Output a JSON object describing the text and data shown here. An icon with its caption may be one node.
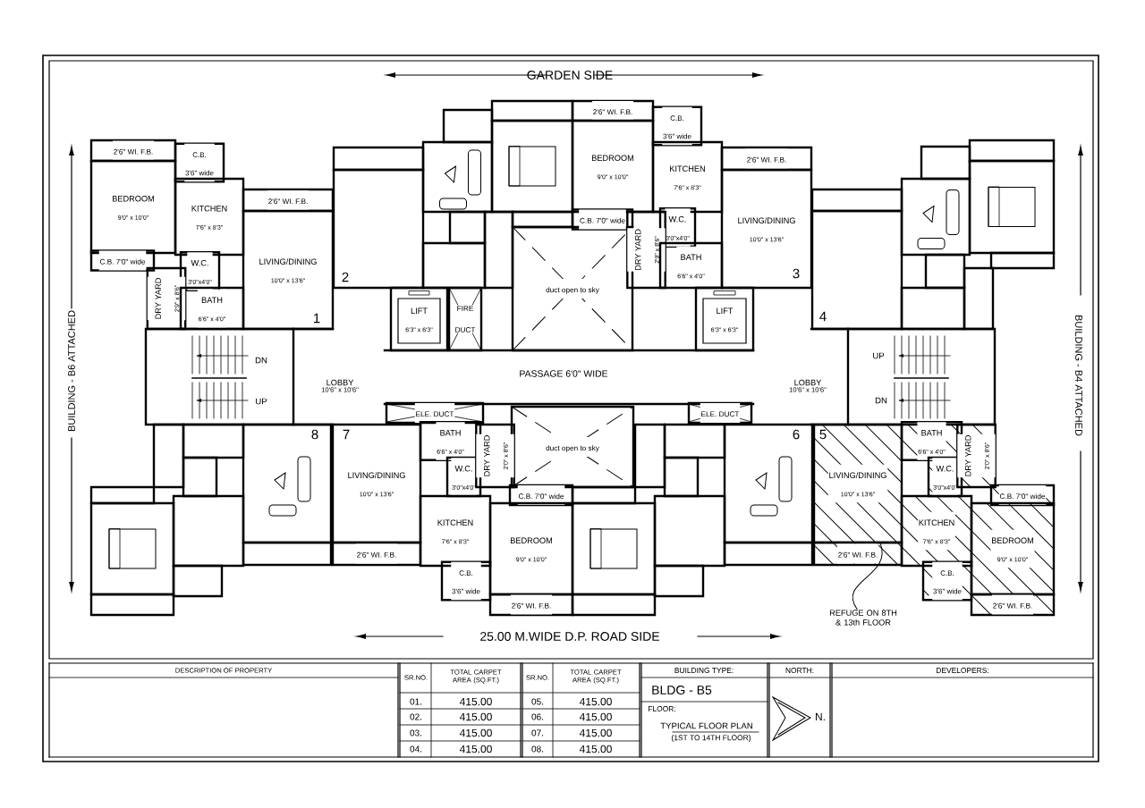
{
  "diagram": {
    "nodes": [
      {
        "text": [
          "2'6\" WI. F.B."
        ]
      },
      {
        "text": [
          "BEDROOM",
          "9'0\" x 10'0\""
        ]
      },
      {
        "text": [
          "C.B. 7'0\" wide"
        ]
      },
      {
        "text": [
          "C.B.",
          "3'6\" wide"
        ]
      },
      {
        "text": [
          "KITCHEN",
          "7'6\" x 8'3\""
        ]
      },
      {
        "text": [
          "2'6\" WI. F.B."
        ]
      },
      {
        "text": [
          "LIVING/DINING",
          "10'0\" x 13'6\""
        ]
      },
      {
        "text": [
          "W.C.",
          "3'0\"x4'0\""
        ]
      },
      {
        "text": [
          "DRY YARD",
          "2'9\" x 8'6\""
        ]
      },
      {
        "text": [
          "BATH",
          "6'6\" x 4'0\""
        ]
      },
      {
        "text": [
          "LIFT",
          "6'3\" x 6'3\""
        ]
      },
      {
        "text": [
          "FIRE DUCT"
        ]
      },
      {
        "text": [
          "duct open to sky"
        ]
      },
      {
        "text": [
          "LIFT",
          "6'3\" x 6'3\""
        ]
      },
      {
        "text": [
          "2'6\" WI. F.B."
        ]
      },
      {
        "text": [
          "BEDROOM",
          "9'0\" x 10'0\""
        ]
      },
      {
        "text": [
          "C.B. 7'0\" wide"
        ]
      },
      {
        "text": [
          "C.B.",
          "3'6\" wide"
        ]
      },
      {
        "text": [
          "KITCHEN",
          "7'6\" x 8'3\""
        ]
      },
      {
        "text": [
          "2'6\" WI. F.B."
        ]
      },
      {
        "text": [
          "LIVING/DINING",
          "10'0\" x 13'6\""
        ]
      },
      {
        "text": [
          "W.C.",
          "3'0\"x4'0\""
        ]
      },
      {
        "text": [
          "DRY YARD",
          "2'9\" x 8'6\""
        ]
      },
      {
        "text": [
          "BATH",
          "6'6\" x 4'0\""
        ]
      },
      {
        "text": [
          "ELE. DUCT"
        ]
      },
      {
        "text": [
          "duct open to sky"
        ]
      },
      {
        "text": [
          "ELE. DUCT"
        ]
      },
      {
        "text": [
          "LIVING/DINING",
          "10'0\" x 13'6\""
        ]
      },
      {
        "text": [
          "2'6\" WI. F.B."
        ]
      },
      {
        "text": [
          "BATH",
          "6'6\" x 4'0\""
        ]
      },
      {
        "text": [
          "W.C.",
          "3'0\"x4'0\""
        ]
      },
      {
        "text": [
          "DRY YARD",
          "2'0\" x 8'6\""
        ]
      },
      {
        "text": [
          "C.B. 7'0\" wide"
        ]
      },
      {
        "text": [
          "KITCHEN",
          "7'6\" x 8'3\""
        ]
      },
      {
        "text": [
          "C.B.",
          "3'6\" wide"
        ]
      },
      {
        "text": [
          "BEDROOM",
          "9'0\" x 10'0\""
        ]
      },
      {
        "text": [
          "2'6\" WI. F.B."
        ]
      },
      {
        "text": [
          "LIVING/DINING",
          "10'0\" x 13'6\""
        ]
      },
      {
        "text": [
          "2'6\" WI. F.B."
        ]
      },
      {
        "text": [
          "BATH",
          "6'6\" x 4'0\""
        ]
      },
      {
        "text": [
          "W.C.",
          "3'0\"x4'0\""
        ]
      },
      {
        "text": [
          "DRY YARD",
          "2'0\" x 8'6\""
        ]
      },
      {
        "text": [
          "C.B. 7'0\" wide"
        ]
      },
      {
        "text": [
          "KITCHEN",
          "7'6\" x 8'3\""
        ]
      },
      {
        "text": [
          "C.B.",
          "3'6\" wide"
        ]
      },
      {
        "text": [
          "BEDROOM",
          "9'0\" x 10'0\""
        ]
      },
      {
        "text": [
          "2'6\" WI. F.B."
        ]
      },
      {
        "text": [
          "REFUGE ON 8TH & 13th FLOOR"
        ]
      },
      {
        "text": [],
        "shape": "box"
      },
      {
        "text": [],
        "shape": "box"
      },
      {
        "text": [],
        "shape": "box"
      },
      {
        "text": [],
        "shape": "box"
      },
      {
        "text": [],
        "shape": "box"
      },
      {
        "text": [],
        "shape": "box"
      },
      {
        "text": [],
        "shape": "box"
      },
      {
        "text": [],
        "shape": "box"
      },
      {
        "text": [],
        "shape": "box"
      },
      {
        "text": [],
        "shape": "box"
      },
      {
        "text": [],
        "shape": "box"
      },
      {
        "text": [],
        "shape": "box"
      },
      {
        "text": [],
        "shape": "box"
      },
      {
        "text": [],
        "shape": "box"
      },
      {
        "text": [],
        "shape": "box"
      },
      {
        "text": [],
        "shape": "box"
      },
      {
        "text": [],
        "shape": "box"
      },
      {
        "text": [],
        "shape": "box"
      },
      {
        "text": [],
        "shape": "box"
      },
      {
        "text": [],
        "shape": "box"
      },
      {
        "text": [],
        "shape": "box"
      },
      {
        "text": [],
        "shape": "box"
      },
      {
        "text": [],
        "shape": "box"
      },
      {
        "text": [],
        "shape": "box"
      },
      {
        "text": [],
        "shape": "box"
      },
      {
        "text": [],
        "shape": "box"
      },
      {
        "text": [],
        "shape": "box"
      },
      {
        "text": [],
        "shape": "box"
      },
      {
        "text": [],
        "shape": "box"
      },
      {
        "text": [],
        "shape": "box"
      },
      {
        "text": [],
        "shape": "box"
      },
      {
        "text": [],
        "shape": "box"
      },
      {
        "text": [],
        "shape": "box"
      },
      {
        "text": [],
        "shape": "box"
      },
      {
        "text": [],
        "shape": "box"
      },
      {
        "text": [],
        "shape": "box"
      },
      {
        "text": [],
        "shape": "box"
      },
      {
        "text": [],
        "shape": "box"
      },
      {
        "text": [],
        "shape": "box"
      },
      {
        "text": [],
        "shape": "box"
      }
    ],
    "edges": [
      {
        "from": 47,
        "to": 37,
        "arrow": "none"
      }
    ],
    "labels": [
      "GARDEN SIDE",
      "BUILDING - B6 ATTACHED",
      "BUILDING - B4 ATTACHED",
      "2",
      "3",
      "1",
      "4",
      "DN",
      "UP",
      "PASSAGE 6'0\" WIDE",
      "LOBBY",
      "10'6\" x 10'6\"",
      "LOBBY",
      "10'6\" x 10'6\"",
      "UP",
      "DN",
      "8",
      "7",
      "6",
      "5",
      "25.00 M.WIDE D.P. ROAD SIDE",
      "DESCRIPTION OF PROPERTY",
      "SR.NO.",
      "TOTAL CARPET AREA (SQ.FT.)",
      "SR.NO.",
      "TOTAL CARPET AREA (SQ.FT.)",
      "BUILDING TYPE:",
      "NORTH:",
      "DEVELOPERS:",
      "BLDG - B5",
      "01.",
      "415.00",
      "05.",
      "415.00",
      "02.",
      "415.00",
      "06.",
      "415.00",
      "FLOOR:",
      "TYPICAL FLOOR PLAN",
      "03.",
      "415.00",
      "07.",
      "415.00",
      "(1ST TO 14TH FLOOR)",
      "04.",
      "415.00",
      "08.",
      "415.00",
      "N."
    ]
  }
}
